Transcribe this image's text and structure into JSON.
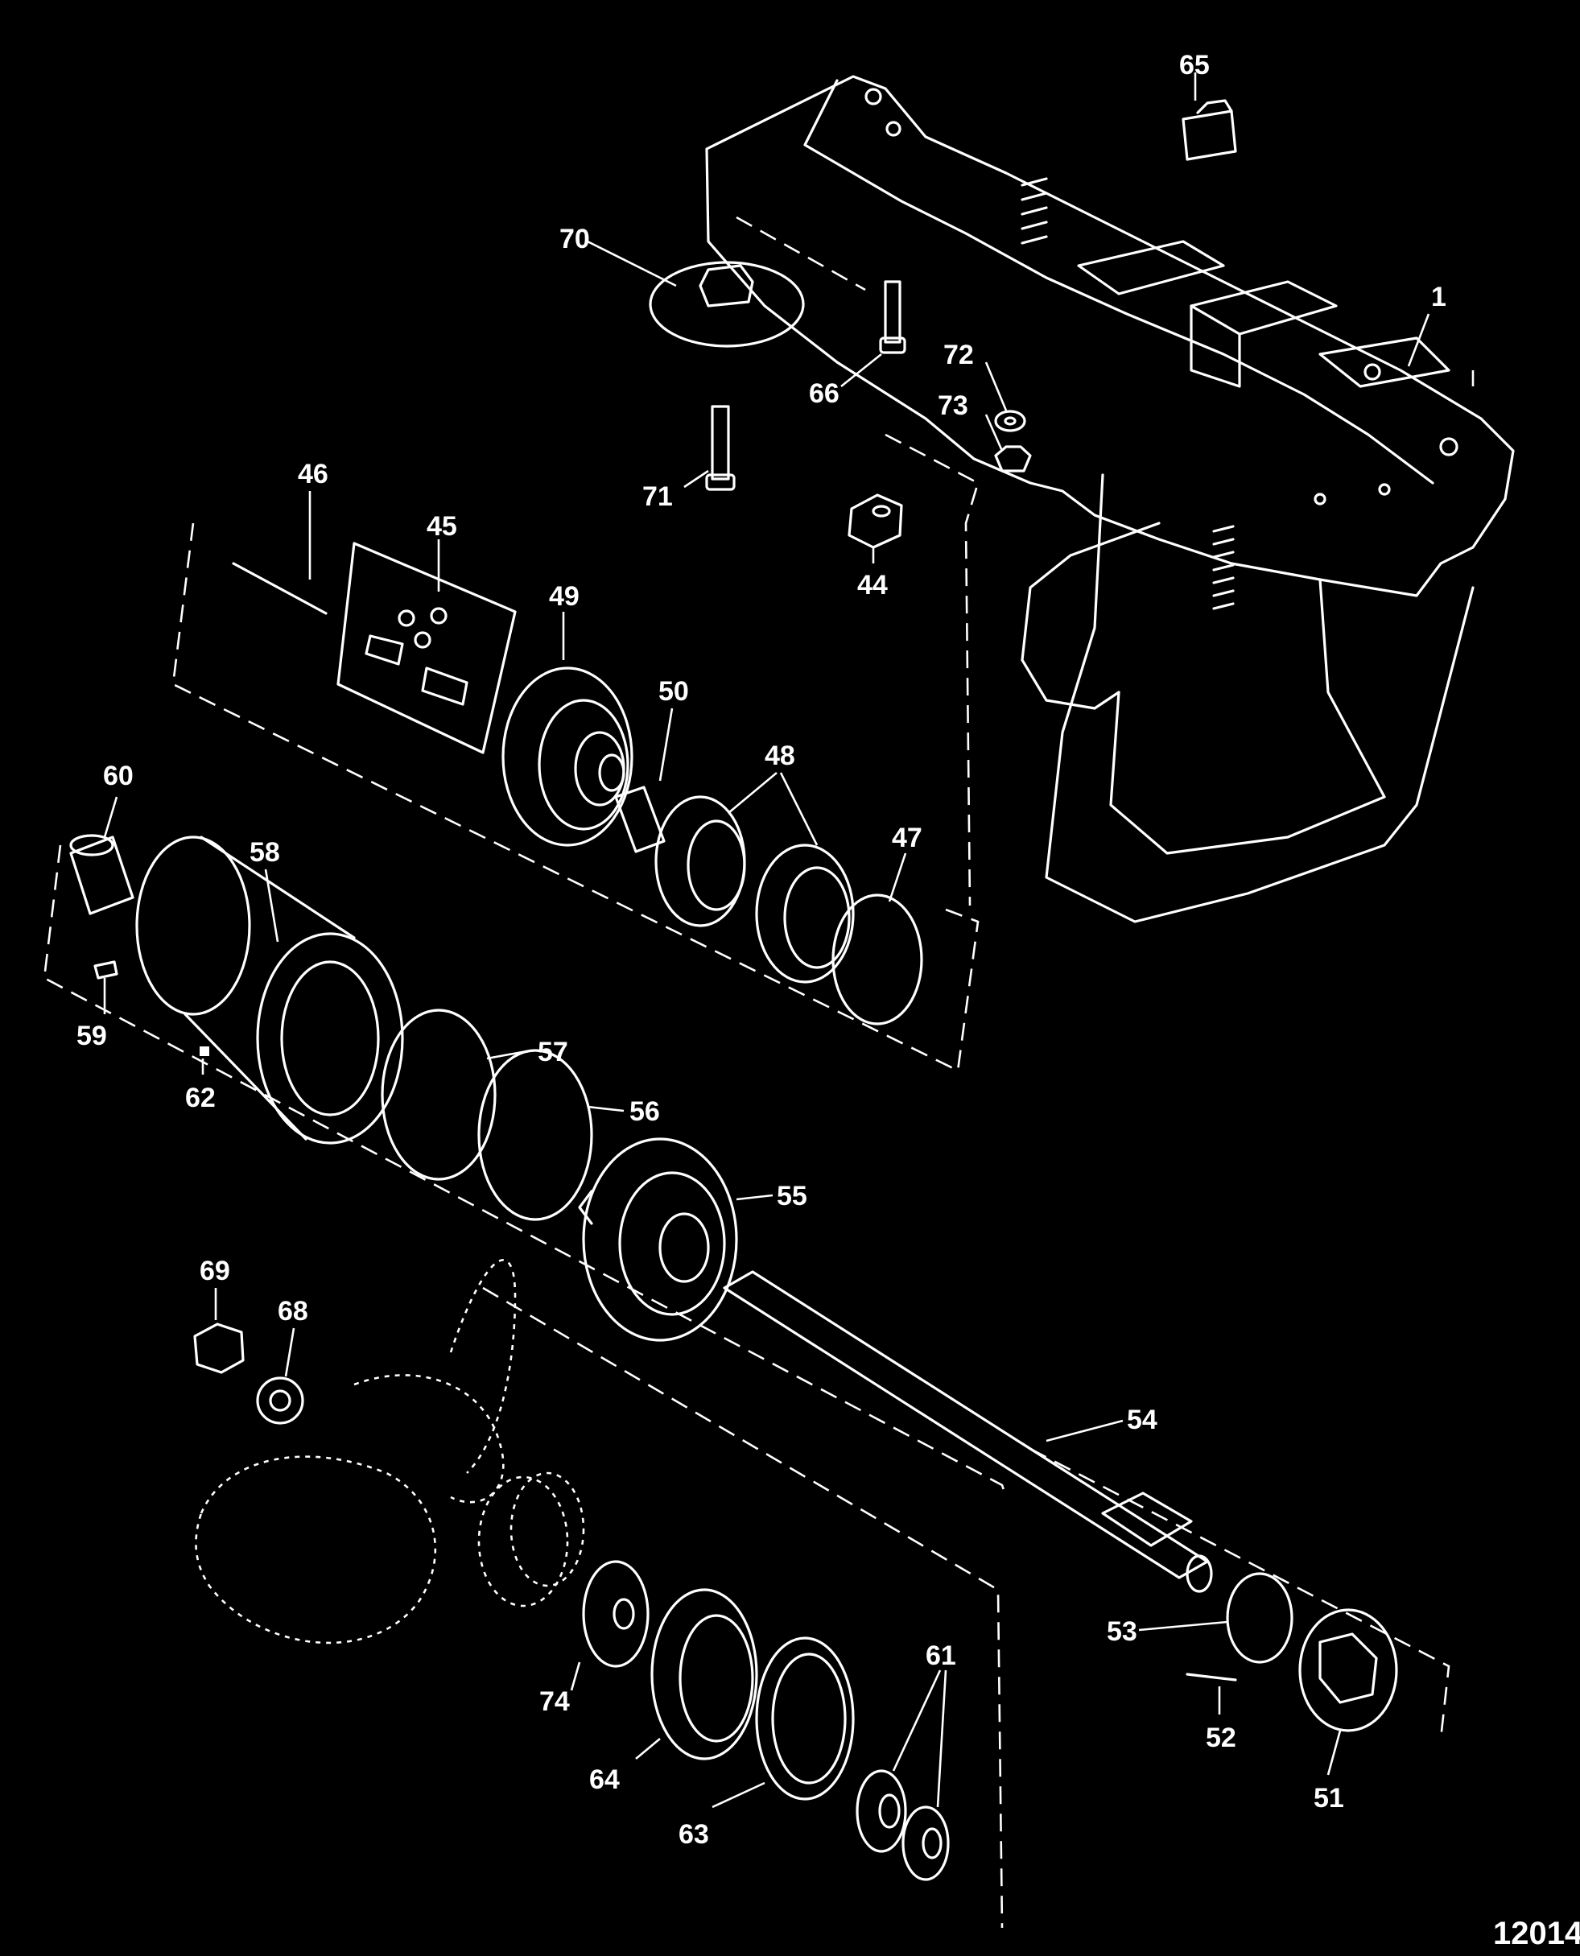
{
  "diagram": {
    "title": "",
    "figure_number": "12014",
    "callouts": [
      {
        "id": "c1",
        "label": "1"
      },
      {
        "id": "c44",
        "label": "44"
      },
      {
        "id": "c45",
        "label": "45"
      },
      {
        "id": "c46",
        "label": "46"
      },
      {
        "id": "c47",
        "label": "47"
      },
      {
        "id": "c48",
        "label": "48"
      },
      {
        "id": "c49",
        "label": "49"
      },
      {
        "id": "c50",
        "label": "50"
      },
      {
        "id": "c51",
        "label": "51"
      },
      {
        "id": "c52",
        "label": "52"
      },
      {
        "id": "c53",
        "label": "53"
      },
      {
        "id": "c54",
        "label": "54"
      },
      {
        "id": "c55",
        "label": "55"
      },
      {
        "id": "c56",
        "label": "56"
      },
      {
        "id": "c57",
        "label": "57"
      },
      {
        "id": "c58",
        "label": "58"
      },
      {
        "id": "c59",
        "label": "59"
      },
      {
        "id": "c60",
        "label": "60"
      },
      {
        "id": "c61",
        "label": "61"
      },
      {
        "id": "c62",
        "label": "62"
      },
      {
        "id": "c63",
        "label": "63"
      },
      {
        "id": "c64",
        "label": "64"
      },
      {
        "id": "c65",
        "label": "65"
      },
      {
        "id": "c66",
        "label": "66"
      },
      {
        "id": "c68",
        "label": "68"
      },
      {
        "id": "c69",
        "label": "69"
      },
      {
        "id": "c70",
        "label": "70"
      },
      {
        "id": "c71",
        "label": "71"
      },
      {
        "id": "c72",
        "label": "72"
      },
      {
        "id": "c73",
        "label": "73"
      },
      {
        "id": "c74",
        "label": "74"
      }
    ]
  },
  "colors": {
    "background": "#000000",
    "line": "#ffffff"
  }
}
